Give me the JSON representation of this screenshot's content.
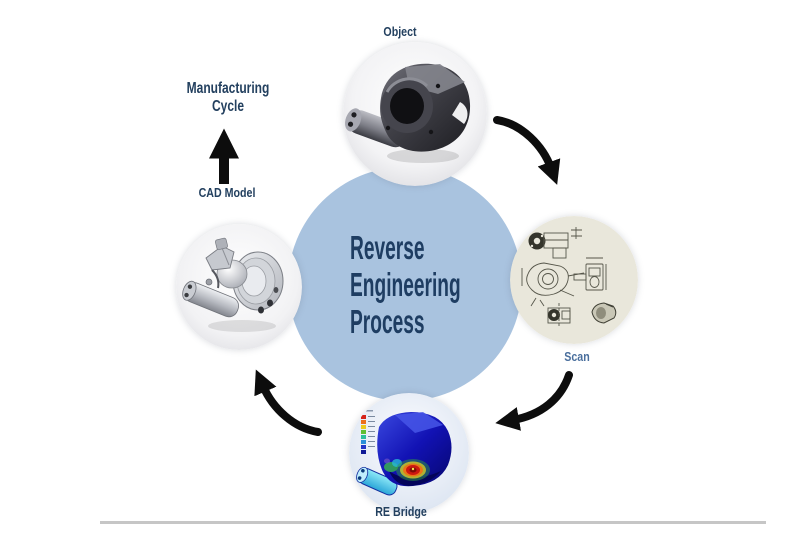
{
  "diagram": {
    "title": {
      "line1": "Reverse",
      "line2": "Engineering",
      "line3": "Process"
    },
    "nodes": {
      "object": {
        "label": "Object",
        "image": "dark-machined-housing-photo"
      },
      "scan": {
        "label": "Scan",
        "image": "technical-drawing-sheet"
      },
      "re_bridge": {
        "label": "RE Bridge",
        "image": "fea-color-map-model"
      },
      "cad_model": {
        "label": "CAD Model",
        "image": "metallic-cad-render"
      }
    },
    "manufacturing_cycle": {
      "line1": "Manufacturing",
      "line2": "Cycle"
    },
    "arrows": [
      {
        "from": "Object",
        "to": "Scan"
      },
      {
        "from": "Scan",
        "to": "RE Bridge"
      },
      {
        "from": "RE Bridge",
        "to": "CAD Model"
      },
      {
        "from": "CAD Model",
        "to": "Manufacturing Cycle"
      }
    ],
    "colors": {
      "center_circle": "#a9c3df",
      "title_text": "#1e3d62",
      "label_text": "#23405f",
      "scan_label_text": "#4a6f9d",
      "arrow": "#0d0d0d",
      "divider": "#c6c6c6",
      "scan_paper": "#e9e7db",
      "fea_body_blue": "#1717c3",
      "fea_hotspot_red": "#cc1710",
      "fea_shaft_cyan": "#39c9e6"
    }
  }
}
